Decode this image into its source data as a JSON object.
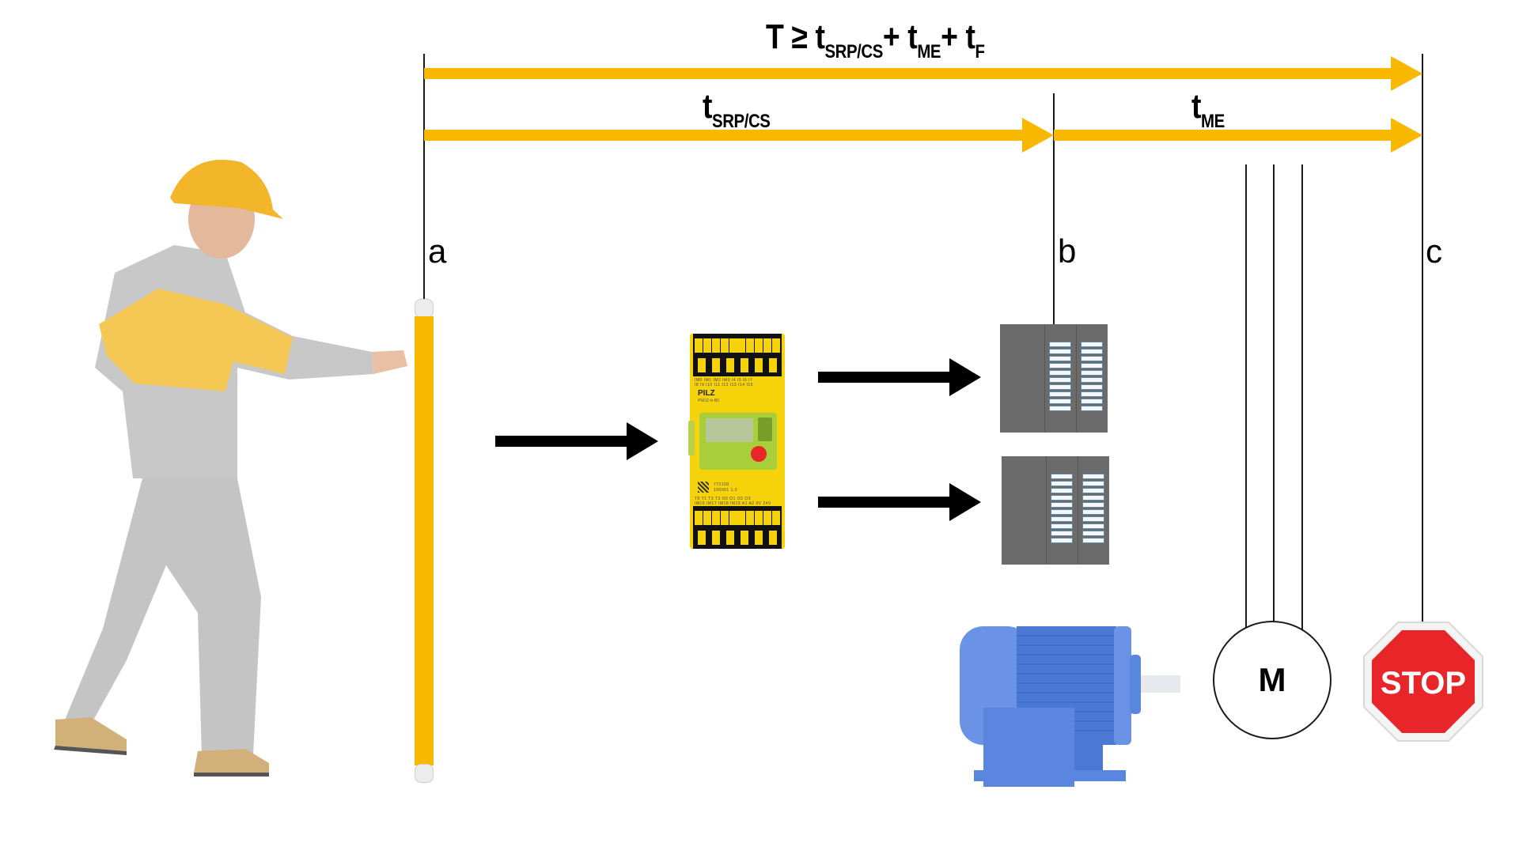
{
  "diagram": {
    "formula": {
      "lhs": "T ≥ t",
      "sub1": "SRP/CS",
      "plus1": "+ t",
      "sub2": "ME",
      "plus2": "+ t",
      "sub3": "F"
    },
    "interval_srp": {
      "base": "t",
      "sub": "SRP/CS"
    },
    "interval_me": {
      "base": "t",
      "sub": "ME"
    },
    "points": {
      "a": "a",
      "b": "b",
      "c": "c"
    },
    "plc": {
      "brand": "PILZ",
      "model": "PNOZ m B0",
      "top_inputs_row1": "IM0 IM1 IM2 IM3 I4 I5 I6 I7",
      "top_inputs_row2": "I8 I9 I10 I11 I12 I13 I14 I15",
      "part_number": "772100",
      "serial": "100061 1.0",
      "bottom_row1": "T0 T1 T2 T3 O0 O1 O2 O3",
      "bottom_row2": "IM16 IM17 IM18 IM19 A1 A2 0V 24V"
    },
    "motor_symbol": "M",
    "stop_sign": "STOP",
    "colors": {
      "arrow_yellow": "#f9b800",
      "stop_red": "#e8262a",
      "motor_blue": "#5b86e0",
      "io_module_gray": "#6b6b6b",
      "plc_yellow": "#f6d20a",
      "plc_green": "#a8cf3a"
    },
    "elements": [
      "worker",
      "safety-light-curtain",
      "safety-controller",
      "io-module-1",
      "io-module-2",
      "electric-motor",
      "motor-symbol",
      "stop-sign"
    ]
  }
}
